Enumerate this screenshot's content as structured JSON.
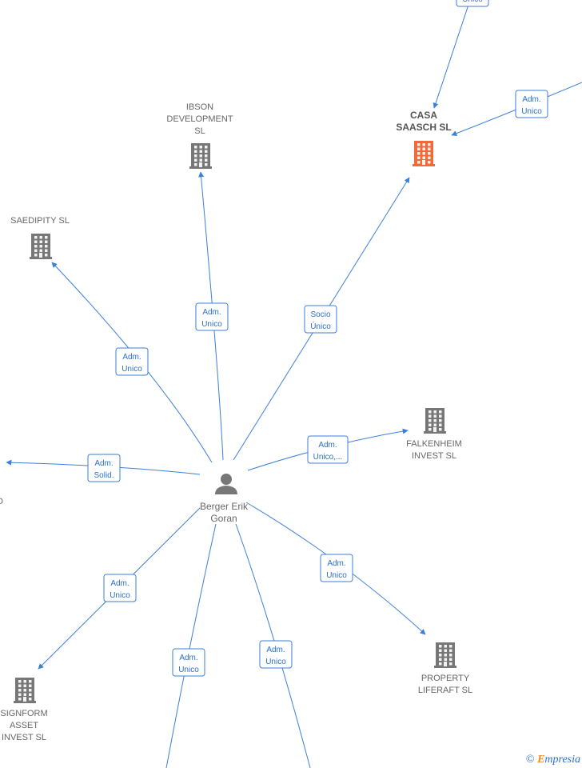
{
  "center": {
    "lines": [
      "Berger Erik",
      "Goran"
    ]
  },
  "nodes": [
    {
      "id": "casa",
      "lines": [
        "CASA",
        "SAASCH  SL"
      ],
      "highlight": true
    },
    {
      "id": "ibson",
      "lines": [
        "IBSON",
        "DEVELOPMENT",
        "SL"
      ]
    },
    {
      "id": "saedipity",
      "lines": [
        "SAEDIPITY  SL"
      ]
    },
    {
      "id": "falkenheim",
      "lines": [
        "FALKENHEIM",
        "INVEST  SL"
      ]
    },
    {
      "id": "property",
      "lines": [
        "PROPERTY",
        "LIFERAFT  SL"
      ]
    },
    {
      "id": "signform",
      "lines": [
        "SIGNFORM",
        "ASSET",
        "INVEST  SL"
      ]
    },
    {
      "id": "left_partial",
      "lines": [
        "AD"
      ]
    }
  ],
  "edges": [
    {
      "id": "e_ibson",
      "lines": [
        "Adm.",
        "Unico"
      ]
    },
    {
      "id": "e_casa",
      "lines": [
        "Socio",
        "Único"
      ]
    },
    {
      "id": "e_saedipity",
      "lines": [
        "Adm.",
        "Unico"
      ]
    },
    {
      "id": "e_falkenheim",
      "lines": [
        "Adm.",
        "Unico,..."
      ]
    },
    {
      "id": "e_left",
      "lines": [
        "Adm.",
        "Solid."
      ]
    },
    {
      "id": "e_signform",
      "lines": [
        "Adm.",
        "Unico"
      ]
    },
    {
      "id": "e_property",
      "lines": [
        "Adm.",
        "Unico"
      ]
    },
    {
      "id": "e_bottom1",
      "lines": [
        "Adm.",
        "Unico"
      ]
    },
    {
      "id": "e_bottom2",
      "lines": [
        "Adm.",
        "Unico"
      ]
    },
    {
      "id": "e_top_casa",
      "lines": [
        "Unico"
      ]
    },
    {
      "id": "e_right_casa",
      "lines": [
        "Adm.",
        "Unico"
      ]
    }
  ],
  "colors": {
    "edge": "#3c7fd8",
    "building": "#777777",
    "highlight": "#f26a3a",
    "person": "#777777"
  },
  "watermark": {
    "copyright": "©",
    "e": "E",
    "rest": "mpresia"
  }
}
